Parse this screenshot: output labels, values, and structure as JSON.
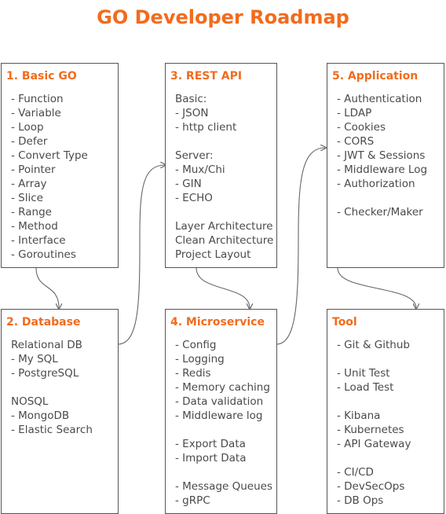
{
  "title": "GO Developer Roadmap",
  "colors": {
    "accent": "#f26b1d",
    "border": "#555555",
    "text": "#4a4a4a"
  },
  "boxes": [
    {
      "title": "1. Basic GO",
      "lines": [
        "- Function",
        "- Variable",
        "- Loop",
        "- Defer",
        "- Convert Type",
        "- Pointer",
        "- Array",
        "- Slice",
        "- Range",
        "- Method",
        "- Interface",
        "- Goroutines"
      ]
    },
    {
      "title": "3. REST API",
      "lines": [
        "Basic:",
        "- JSON",
        "- http client",
        "",
        "Server:",
        "- Mux/Chi",
        "- GIN",
        "- ECHO",
        "",
        "Layer Architecture",
        "Clean Architecture",
        "Project Layout"
      ]
    },
    {
      "title": "5. Application",
      "lines": [
        "- Authentication",
        "- LDAP",
        "- Cookies",
        "- CORS",
        "- JWT & Sessions",
        "- Middleware Log",
        "- Authorization",
        "",
        "- Checker/Maker"
      ]
    },
    {
      "title": "2. Database",
      "lines": [
        "Relational DB",
        "- My SQL",
        "- PostgreSQL",
        "",
        "NOSQL",
        "- MongoDB",
        "- Elastic Search"
      ]
    },
    {
      "title": "4. Microservice",
      "lines": [
        "- Config",
        "- Logging",
        "- Redis",
        "- Memory caching",
        "- Data validation",
        "- Middleware log",
        "",
        "- Export Data",
        "- Import Data",
        "",
        "- Message Queues",
        "- gRPC"
      ]
    },
    {
      "title": "Tool",
      "lines": [
        "- Git & Github",
        "",
        "- Unit Test",
        "- Load Test",
        "",
        "- Kibana",
        "- Kubernetes",
        "- API Gateway",
        "",
        "- CI/CD",
        "- DevSecOps",
        "- DB Ops"
      ]
    }
  ]
}
